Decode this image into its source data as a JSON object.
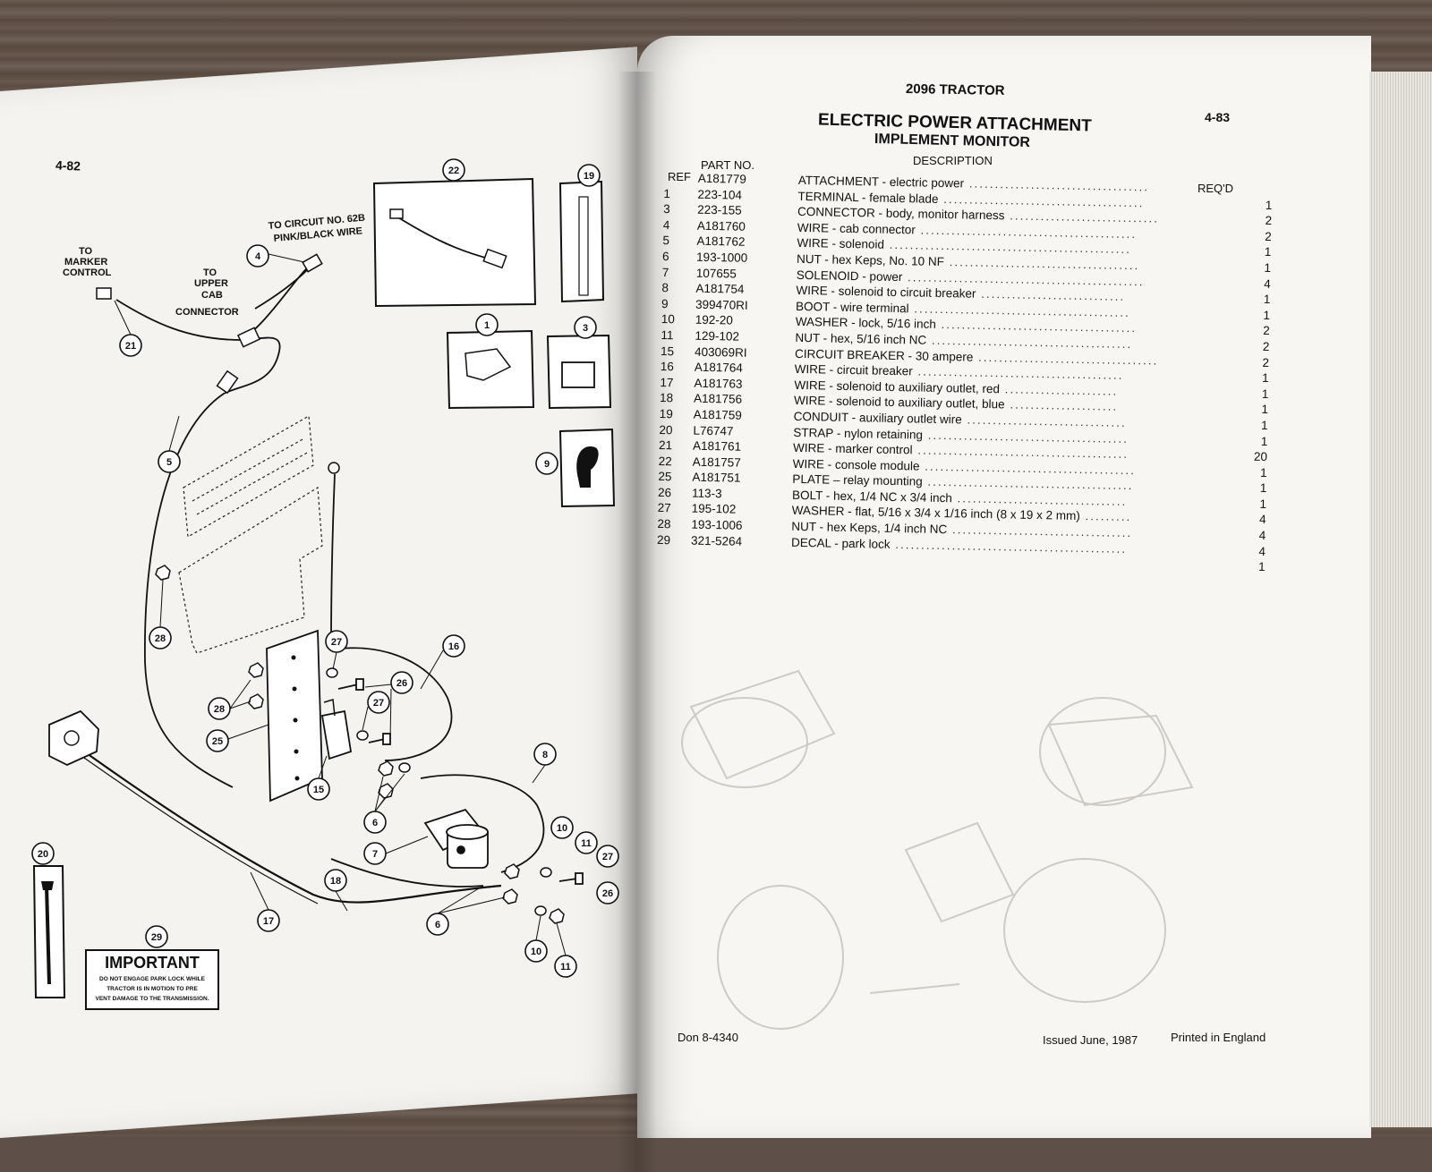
{
  "left_page": {
    "page_number": "4-82",
    "callout_labels": [
      "TO CIRCUIT NO. 62B",
      "PINK/BLACK WIRE",
      "TO",
      "MARKER",
      "CONTROL",
      "TO",
      "UPPER",
      "CAB",
      "CONNECTOR"
    ],
    "callouts": [
      "22",
      "19",
      "4",
      "21",
      "1",
      "3",
      "5",
      "9",
      "28",
      "27",
      "16",
      "26",
      "28",
      "25",
      "27",
      "15",
      "8",
      "6",
      "7",
      "10",
      "11",
      "27",
      "20",
      "18",
      "17",
      "26",
      "6",
      "10",
      "11",
      "29"
    ],
    "important_decal": {
      "title": "IMPORTANT",
      "line1": "DO NOT ENGAGE PARK LOCK WHILE",
      "line2": "TRACTOR IS IN MOTION TO PRE",
      "line3": "VENT DAMAGE TO THE TRANSMISSION."
    }
  },
  "right_page": {
    "header": "2096 TRACTOR",
    "page_number": "4-83",
    "title": "ELECTRIC POWER ATTACHMENT",
    "subtitle": "IMPLEMENT MONITOR",
    "columns": {
      "ref": "REF",
      "part_no": "PART NO.",
      "description": "DESCRIPTION",
      "reqd": "REQ'D"
    },
    "parts": [
      {
        "ref": "",
        "part_no": "A181779",
        "description": "ATTACHMENT - electric power",
        "qty": ""
      },
      {
        "ref": "1",
        "part_no": "223-104",
        "description": "TERMINAL - female blade",
        "qty": "1"
      },
      {
        "ref": "3",
        "part_no": "223-155",
        "description": "CONNECTOR - body, monitor harness",
        "qty": "2"
      },
      {
        "ref": "4",
        "part_no": "A181760",
        "description": "WIRE - cab connector",
        "qty": "2"
      },
      {
        "ref": "5",
        "part_no": "A181762",
        "description": "WIRE - solenoid",
        "qty": "1"
      },
      {
        "ref": "6",
        "part_no": "193-1000",
        "description": "NUT - hex Keps, No. 10 NF",
        "qty": "1"
      },
      {
        "ref": "7",
        "part_no": "107655",
        "description": "SOLENOID - power",
        "qty": "4"
      },
      {
        "ref": "8",
        "part_no": "A181754",
        "description": "WIRE - solenoid to circuit breaker",
        "qty": "1"
      },
      {
        "ref": "9",
        "part_no": "399470RI",
        "description": "BOOT - wire terminal",
        "qty": "1"
      },
      {
        "ref": "10",
        "part_no": "192-20",
        "description": "WASHER - lock, 5/16 inch",
        "qty": "2"
      },
      {
        "ref": "11",
        "part_no": "129-102",
        "description": "NUT - hex, 5/16 inch NC",
        "qty": "2"
      },
      {
        "ref": "15",
        "part_no": "403069RI",
        "description": "CIRCUIT BREAKER - 30 ampere",
        "qty": "2"
      },
      {
        "ref": "16",
        "part_no": "A181764",
        "description": "WIRE - circuit breaker",
        "qty": "1"
      },
      {
        "ref": "17",
        "part_no": "A181763",
        "description": "WIRE - solenoid to auxiliary outlet, red",
        "qty": "1"
      },
      {
        "ref": "18",
        "part_no": "A181756",
        "description": "WIRE - solenoid to auxiliary outlet, blue",
        "qty": "1"
      },
      {
        "ref": "19",
        "part_no": "A181759",
        "description": "CONDUIT - auxiliary outlet wire",
        "qty": "1"
      },
      {
        "ref": "20",
        "part_no": "L76747",
        "description": "STRAP - nylon retaining",
        "qty": "1"
      },
      {
        "ref": "21",
        "part_no": "A181761",
        "description": "WIRE - marker control",
        "qty": "20"
      },
      {
        "ref": "22",
        "part_no": "A181757",
        "description": "WIRE - console module",
        "qty": "1"
      },
      {
        "ref": "25",
        "part_no": "A181751",
        "description": "PLATE – relay mounting",
        "qty": "1"
      },
      {
        "ref": "26",
        "part_no": "113-3",
        "description": "BOLT - hex, 1/4 NC x 3/4 inch",
        "qty": "1"
      },
      {
        "ref": "27",
        "part_no": "195-102",
        "description": "WASHER - flat, 5/16 x 3/4 x 1/16 inch (8 x 19 x 2 mm)",
        "qty": "4"
      },
      {
        "ref": "28",
        "part_no": "193-1006",
        "description": "NUT - hex Keps, 1/4 inch NC",
        "qty": "4"
      },
      {
        "ref": "29",
        "part_no": "321-5264",
        "description": "DECAL - park lock",
        "qty": "4"
      },
      {
        "ref": "",
        "part_no": "",
        "description": "",
        "qty": "1"
      }
    ],
    "footer": {
      "doc": "Don 8-4340",
      "issued": "Issued June, 1987",
      "printed": "Printed in England"
    }
  }
}
